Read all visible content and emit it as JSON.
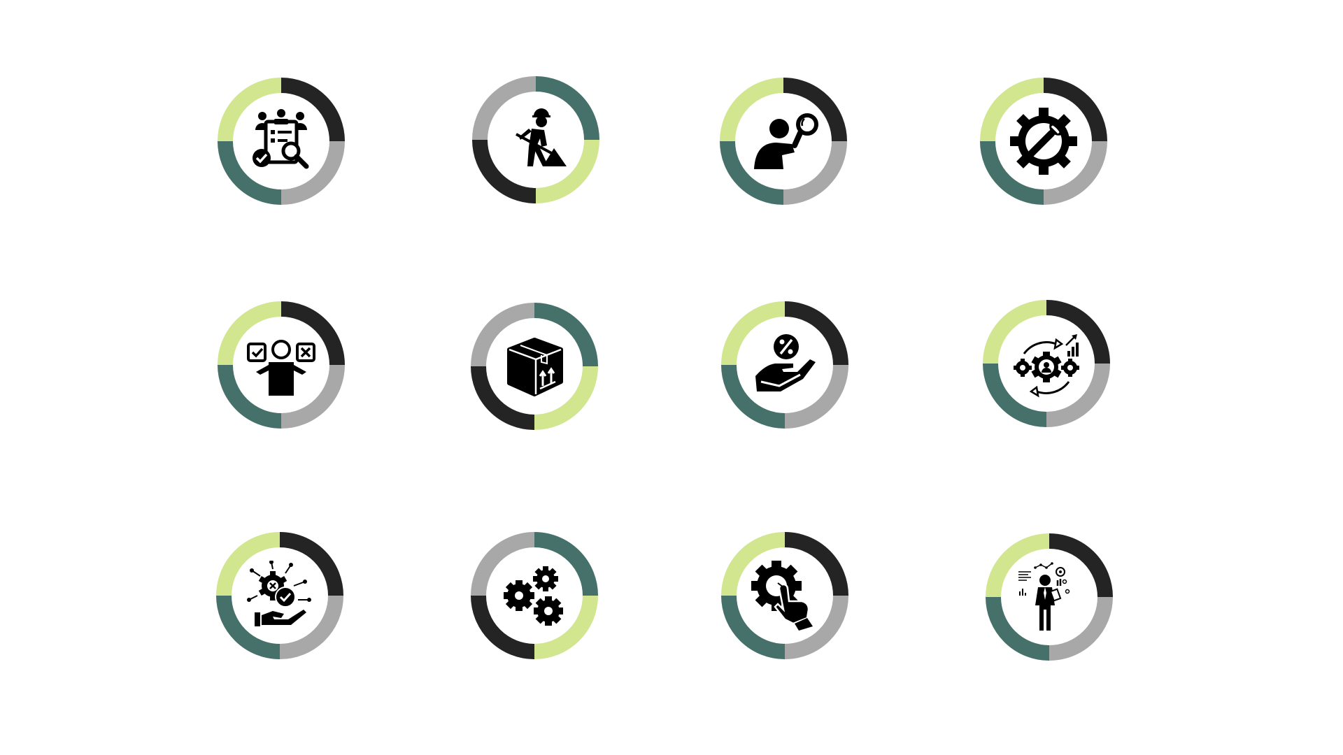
{
  "palette": {
    "lime": "#d2e58f",
    "dark": "#242424",
    "gray": "#a8a8a8",
    "teal": "#45716a",
    "ink": "#000000",
    "background": "#ffffff"
  },
  "ring_styles": {
    "A": [
      "dark",
      "gray",
      "teal",
      "lime"
    ],
    "B": [
      "teal",
      "lime",
      "dark",
      "gray"
    ]
  },
  "icons": [
    {
      "id": "team-checklist-review-icon",
      "ring_style": "A"
    },
    {
      "id": "construction-worker-shovel-icon",
      "ring_style": "B"
    },
    {
      "id": "person-magnifier-icon",
      "ring_style": "A"
    },
    {
      "id": "gear-wrench-icon",
      "ring_style": "A"
    },
    {
      "id": "decision-check-cross-icon",
      "ring_style": "A"
    },
    {
      "id": "package-box-icon",
      "ring_style": "B"
    },
    {
      "id": "hand-percent-icon",
      "ring_style": "A"
    },
    {
      "id": "gears-process-cycle-icon",
      "ring_style": "A"
    },
    {
      "id": "hand-gear-solution-icon",
      "ring_style": "A"
    },
    {
      "id": "three-gears-icon",
      "ring_style": "B"
    },
    {
      "id": "gear-click-hand-icon",
      "ring_style": "A"
    },
    {
      "id": "businessman-analytics-icon",
      "ring_style": "A"
    }
  ]
}
